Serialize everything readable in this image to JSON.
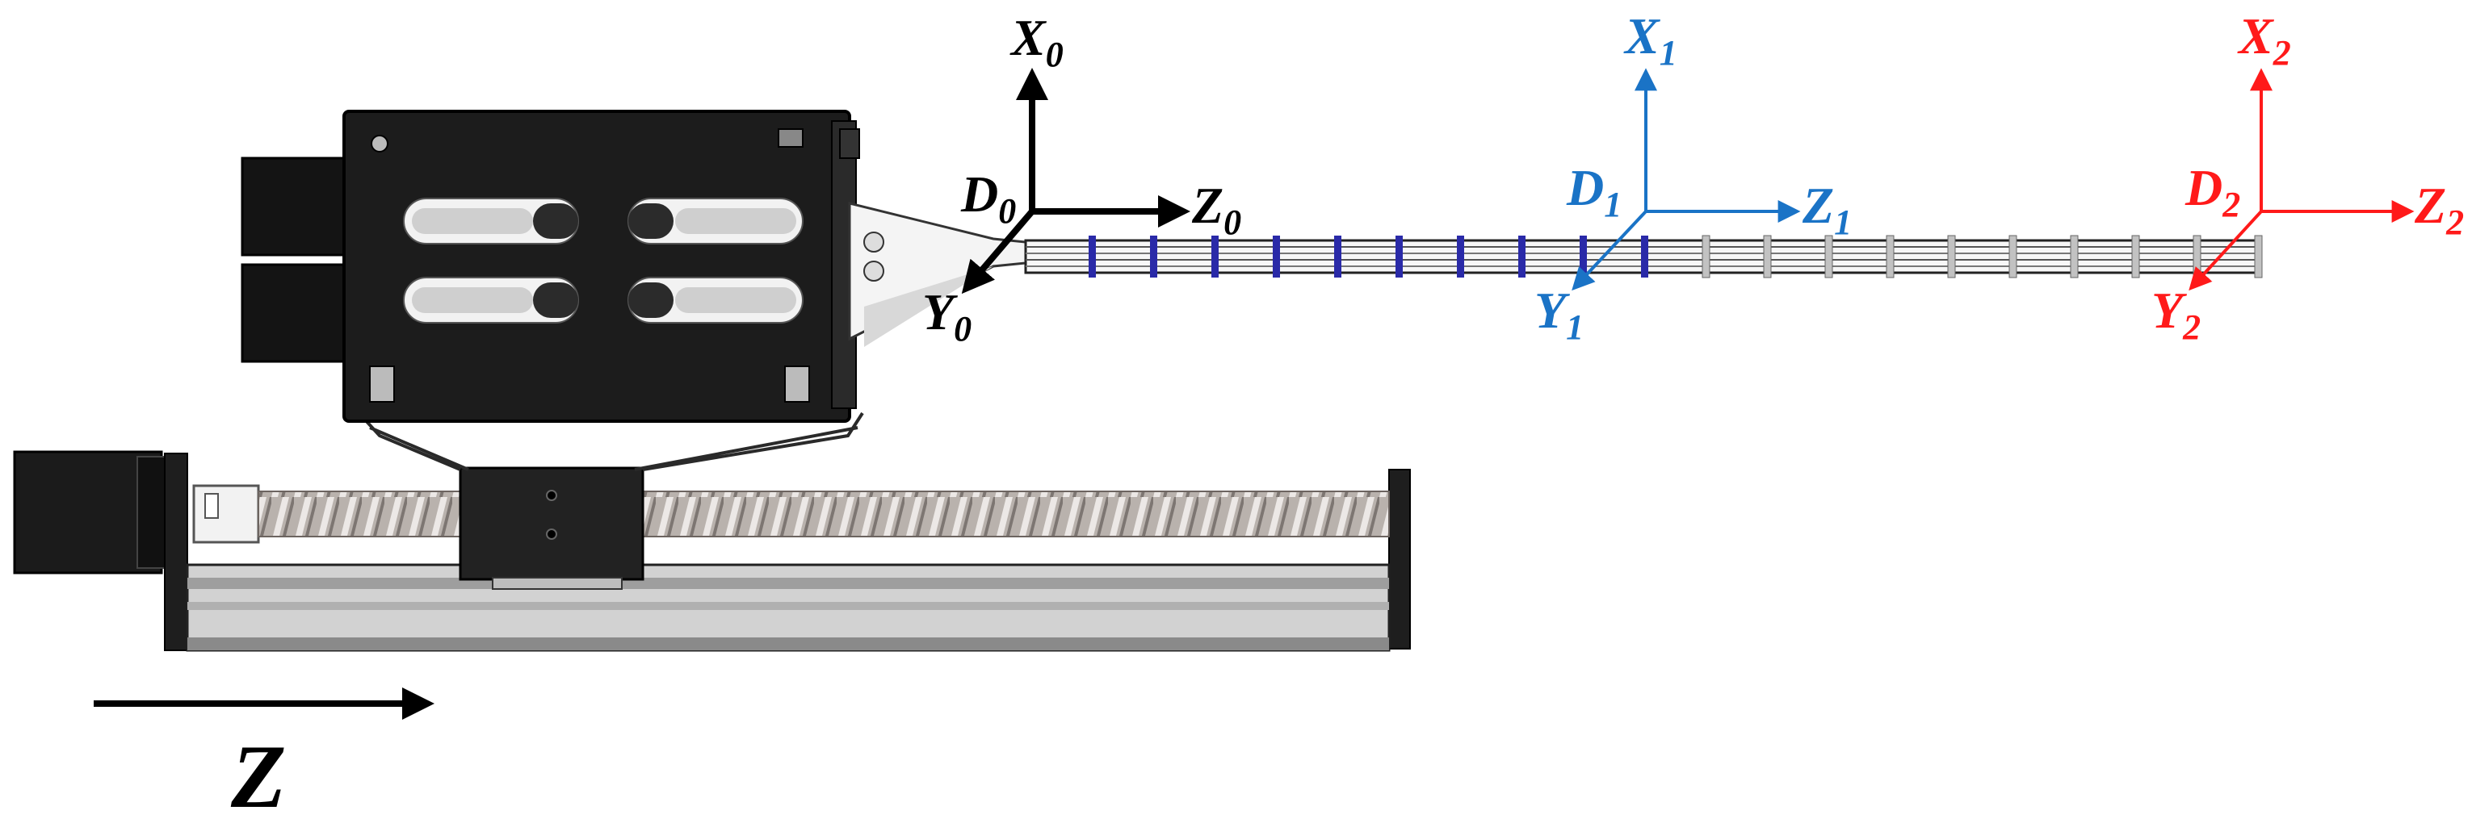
{
  "frames": {
    "frame0": {
      "color": "#000000",
      "origin_label": "D",
      "origin_sub": "0",
      "x_label": "X",
      "x_sub": "0",
      "y_label": "Y",
      "y_sub": "0",
      "z_label": "Z",
      "z_sub": "0"
    },
    "frame1": {
      "color": "#1a73c6",
      "origin_label": "D",
      "origin_sub": "1",
      "x_label": "X",
      "x_sub": "1",
      "y_label": "Y",
      "y_sub": "1",
      "z_label": "Z",
      "z_sub": "1"
    },
    "frame2": {
      "color": "#ff1a1a",
      "origin_label": "D",
      "origin_sub": "2",
      "x_label": "X",
      "x_sub": "2",
      "y_label": "Y",
      "y_sub": "2",
      "z_label": "Z",
      "z_sub": "2"
    }
  },
  "motion_axis": {
    "label": "Z"
  },
  "colors": {
    "frame_case": "#1c1c1c",
    "disk_blue": "#2a2aa8",
    "disk_grey": "#b8b8b8",
    "rail": "#d0d0d0"
  }
}
